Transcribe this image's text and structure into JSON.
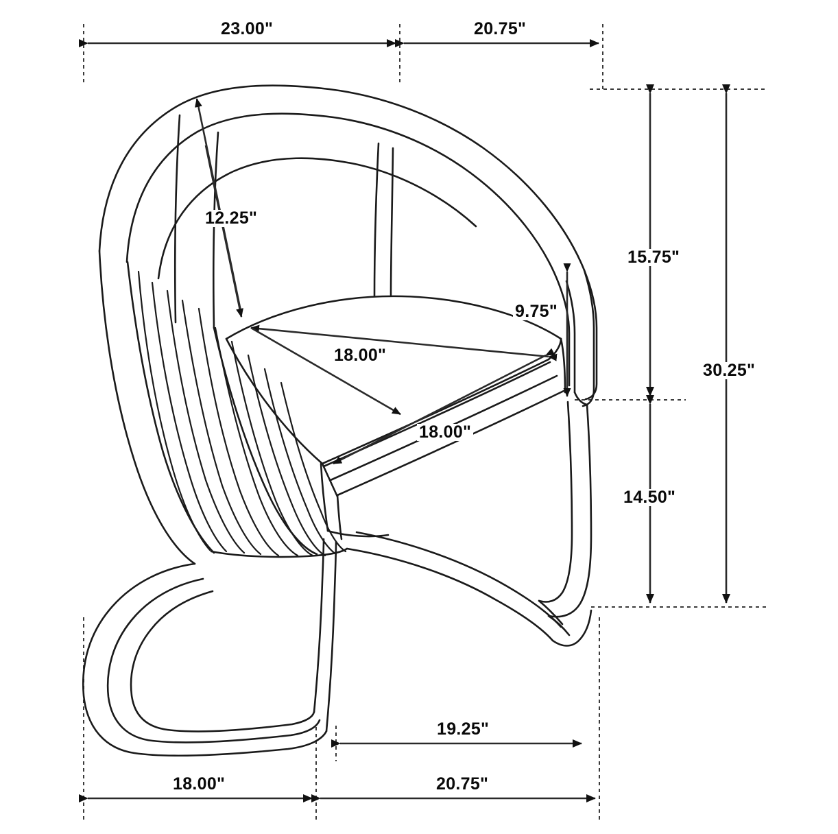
{
  "drawing": {
    "title": "Barrel Back Cantilever Dining Chair Dimension Drawing",
    "units": "inches",
    "unit_symbol": "\"",
    "background_color": "#ffffff",
    "line_color": "#1a1a1a",
    "dimension_color": "#0a0a0a",
    "extension_line_style": "dashed"
  },
  "dimensions": {
    "top_left": {
      "label": "23.00\"",
      "value": 23.0,
      "name": "overall-width-rear-segment"
    },
    "top_right": {
      "label": "20.75\"",
      "value": 20.75,
      "name": "overall-width-front-segment"
    },
    "back_height_angled": {
      "label": "12.25\"",
      "value": 12.25,
      "name": "back-cushion-height"
    },
    "seat_width": {
      "label": "18.00\"",
      "value": 18.0,
      "name": "seat-width"
    },
    "seat_depth": {
      "label": "18.00\"",
      "value": 18.0,
      "name": "seat-depth"
    },
    "arm_height": {
      "label": "9.75\"",
      "value": 9.75,
      "name": "arm-height-above-seat"
    },
    "upper_height": {
      "label": "15.75\"",
      "value": 15.75,
      "name": "back-height-above-seat"
    },
    "lower_height": {
      "label": "14.50\"",
      "value": 14.5,
      "name": "seat-height-from-floor"
    },
    "overall_height": {
      "label": "30.25\"",
      "value": 30.25,
      "name": "overall-height"
    },
    "base_depth_front": {
      "label": "19.25\"",
      "value": 19.25,
      "name": "base-front-depth"
    },
    "bottom_left": {
      "label": "18.00\"",
      "value": 18.0,
      "name": "base-rear-depth"
    },
    "bottom_right": {
      "label": "20.75\"",
      "value": 20.75,
      "name": "base-overall-depth"
    }
  },
  "chair_parts": {
    "backrest": "barrel-back",
    "back_panel": "vertical-channel-tufted",
    "seat": "upholstered-cushion",
    "base": "cantilever-sled-loop",
    "arms": "integrated-curved"
  }
}
